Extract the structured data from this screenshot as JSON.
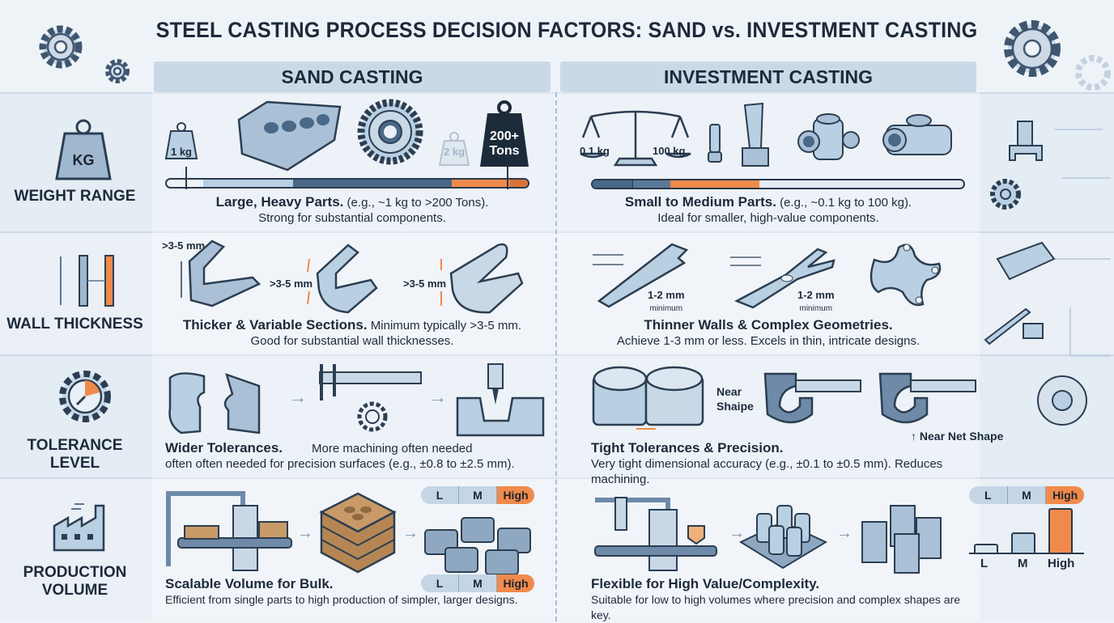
{
  "title": "STEEL CASTING PROCESS DECISION FACTORS: SAND vs. INVESTMENT CASTING",
  "columns": {
    "sand": "SAND CASTING",
    "investment": "INVESTMENT CASTING"
  },
  "colors": {
    "accent": "#f08a4b",
    "dark_blue": "#4a6888",
    "light_blue": "#b9cfe2",
    "header": "#c9d9e8",
    "text": "#1d2a3a"
  },
  "rows": {
    "weight": {
      "label": "WEIGHT RANGE",
      "icon_label": "KG",
      "sand": {
        "bold": "Large, Heavy Parts.",
        "detail": " (e.g., ~1 kg to >200 Tons).",
        "line2": "Strong for substantial components.",
        "w1": "1 kg",
        "w2": "2 kg",
        "w3a": "200+",
        "w3b": "Tons"
      },
      "investment": {
        "bold": "Small to Medium Parts.",
        "detail": " (e.g., ~0.1 kg to 100 kg).",
        "line2": "Ideal for smaller, high-value components.",
        "s1": "0.1 kg",
        "s2": "100 kg"
      }
    },
    "wall": {
      "label": "WALL THICKNESS",
      "sand": {
        "bold": "Thicker & Variable Sections.",
        "detail": " Minimum typically >3-5 mm.",
        "line2": "Good for substantial wall thicknesses.",
        "dim": ">3-5 mm"
      },
      "investment": {
        "bold": "Thinner Walls & Complex Geometries.",
        "line2": "Achieve 1-3 mm or less. Excels in thin, intricate designs.",
        "dim": "1-2 mm",
        "dim_sub": "minimum"
      }
    },
    "tolerance": {
      "label1": "TOLERANCE",
      "label2": "LEVEL",
      "sand": {
        "bold": "Wider Tolerances.",
        "side": "More machining often needed",
        "line2": "often often needed for precision surfaces (e.g., ±0.8 to ±2.5 mm)."
      },
      "investment": {
        "bold": "Tight Tolerances & Precision.",
        "near1": "Near",
        "near2": "Shaipe",
        "net": "Near Net Shape",
        "line2": "Very tight dimensional accuracy (e.g., ±0.1 to ±0.5 mm). Reduces machining."
      }
    },
    "production": {
      "label1": "PRODUCTION",
      "label2": "VOLUME",
      "sand": {
        "bold": "Scalable Volume for Bulk.",
        "line2": "Efficient from single parts to high production of simpler, larger designs."
      },
      "investment": {
        "bold": "Flexible for High Value/Complexity.",
        "line2": "Suitable for low to high volumes where precision and complex shapes are key."
      },
      "scale": {
        "low": "L",
        "mid": "M",
        "high": "High",
        "selected": "High"
      },
      "volume_levels": {
        "L": 0.2,
        "M": 0.45,
        "High": 1.0
      }
    }
  }
}
